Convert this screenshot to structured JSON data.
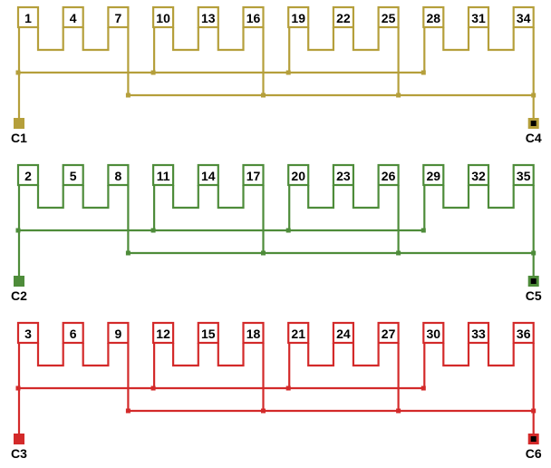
{
  "phases": [
    {
      "name": "phase-1",
      "color": "#b59f3b",
      "slots": [
        "1",
        "4",
        "7",
        "10",
        "13",
        "16",
        "19",
        "22",
        "25",
        "28",
        "31",
        "34"
      ],
      "start_label": "C1",
      "end_label": "C4"
    },
    {
      "name": "phase-2",
      "color": "#4e8c3a",
      "slots": [
        "2",
        "5",
        "8",
        "11",
        "14",
        "17",
        "20",
        "23",
        "26",
        "29",
        "32",
        "35"
      ],
      "start_label": "C2",
      "end_label": "C5"
    },
    {
      "name": "phase-3",
      "color": "#d32a2a",
      "slots": [
        "3",
        "6",
        "9",
        "12",
        "15",
        "18",
        "21",
        "24",
        "27",
        "30",
        "33",
        "36"
      ],
      "start_label": "C3",
      "end_label": "C6"
    }
  ]
}
